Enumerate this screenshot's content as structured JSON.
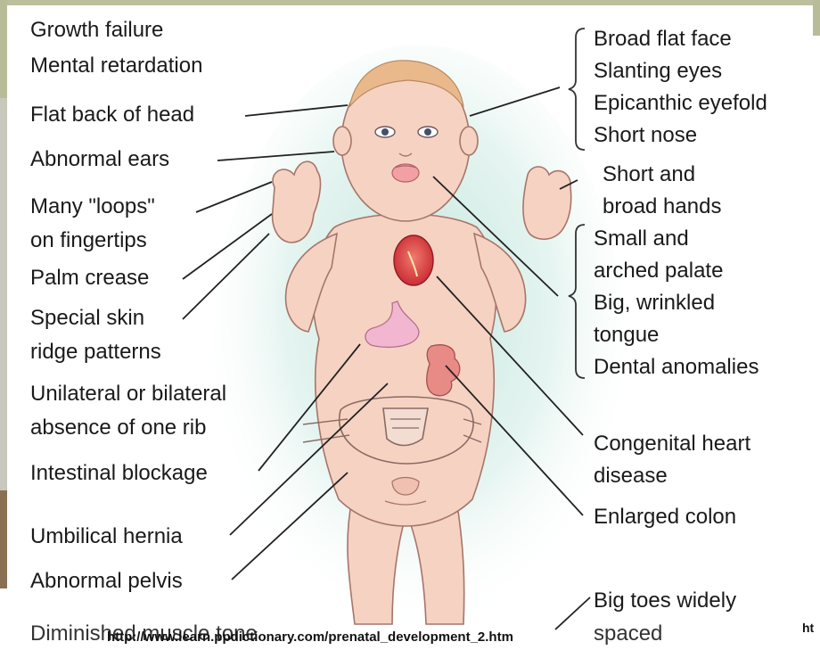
{
  "left_labels": [
    "Growth failure",
    "Mental retardation",
    "Flat back of head",
    "Abnormal ears",
    "Many \"loops\"",
    "on fingertips",
    "Palm crease",
    "Special skin",
    "ridge patterns",
    "Unilateral or bilateral",
    "absence of one rib",
    "Intestinal blockage",
    "Umbilical hernia",
    "Abnormal pelvis",
    "Diminished muscle tone"
  ],
  "right_labels": [
    "Broad flat face",
    "Slanting eyes",
    "Epicanthic eyefold",
    "Short nose",
    "Short and",
    "broad hands",
    "Small and",
    "arched palate",
    "Big, wrinkled",
    "tongue",
    "Dental anomalies",
    "Congenital heart",
    "disease",
    "Enlarged colon",
    "Big toes widely",
    "spaced"
  ],
  "source_url": "http://www.learn.ppdictionary.com/prenatal_development_2.htm",
  "source_url_fragment": "ht",
  "colors": {
    "skin": "#f6d2c2",
    "skin_outline": "#a6756a",
    "hair": "#e9b98b",
    "halo": "#d3ece4",
    "heart": "#d8383c",
    "colon": "#e88a86",
    "stomach": "#f2b6d0",
    "frame_olive": "#b9bc98"
  }
}
